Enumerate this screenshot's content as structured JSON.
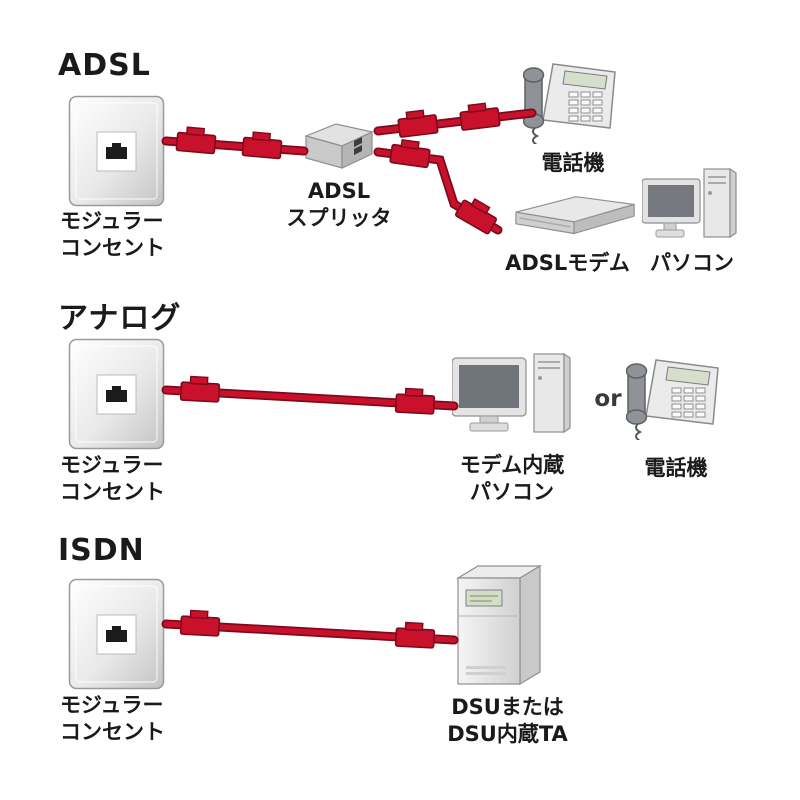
{
  "colors": {
    "cable": "#c9112b",
    "cable_outline": "#7c0a1c",
    "background": "#ffffff",
    "text": "#1a1a1a"
  },
  "sections": {
    "adsl": {
      "heading": "ADSL",
      "outlet_label": [
        "モジュラー",
        "コンセント"
      ],
      "splitter_label": [
        "ADSL",
        "スプリッタ"
      ],
      "phone_label": "電話機",
      "modem_label": "ADSLモデム",
      "pc_label": "パソコン"
    },
    "analog": {
      "heading": "アナログ",
      "outlet_label": [
        "モジュラー",
        "コンセント"
      ],
      "pc_label": [
        "モデム内蔵",
        "パソコン"
      ],
      "or_label": "or",
      "phone_label": "電話機"
    },
    "isdn": {
      "heading": "ISDN",
      "outlet_label": [
        "モジュラー",
        "コンセント"
      ],
      "dsu_label": [
        "DSUまたは",
        "DSU内蔵TA"
      ]
    }
  }
}
